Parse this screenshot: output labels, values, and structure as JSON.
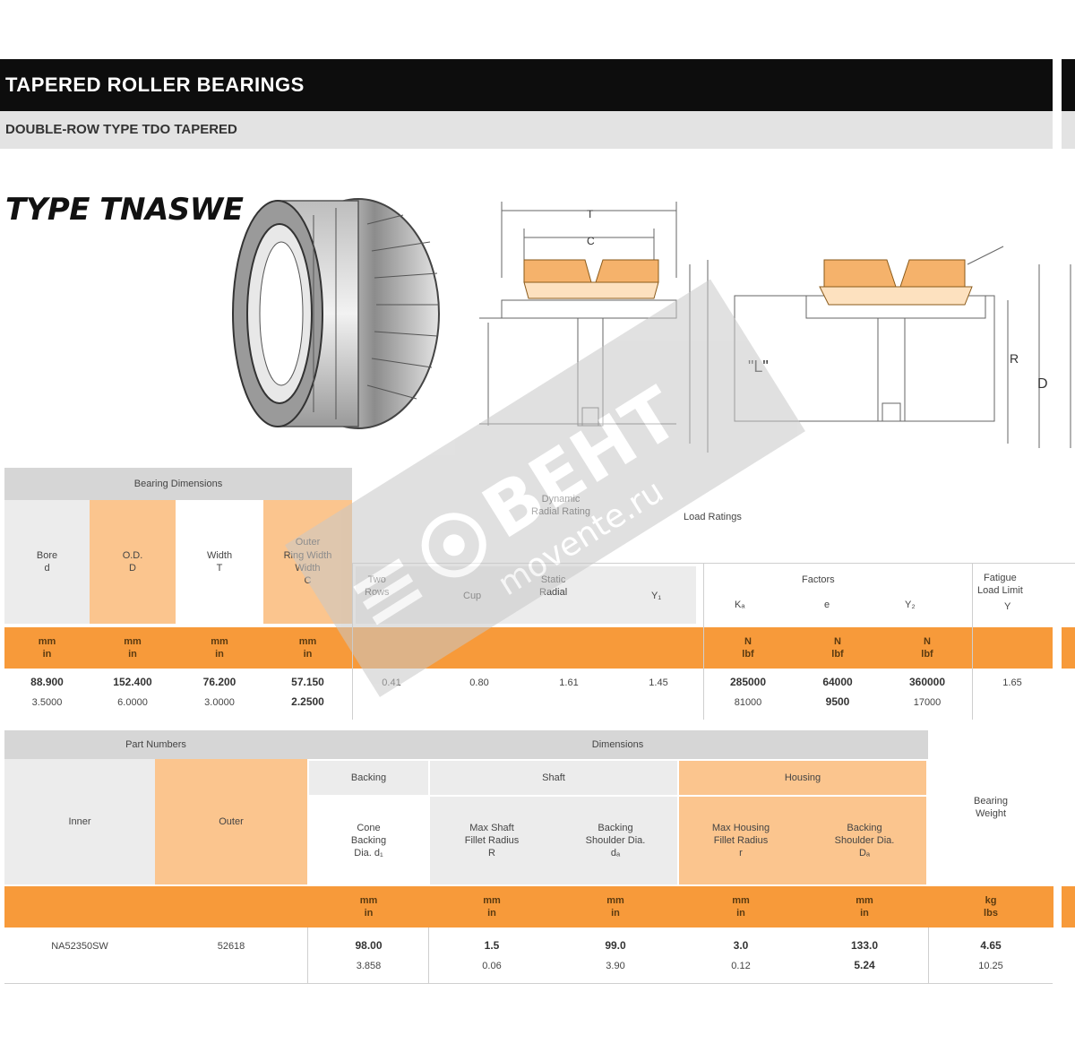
{
  "header": {
    "title": "TAPERED ROLLER BEARINGS",
    "subtitle": "DOUBLE-ROW TYPE TDO TAPERED"
  },
  "type_title": "TYPE TNASWE",
  "diagram": {
    "label_T": "T",
    "label_C": "C",
    "label_L": "\"L\"",
    "label_R": "R",
    "label_D": "D"
  },
  "table1": {
    "group_header": "Bearing Dimensions",
    "bore": "Bore\nd",
    "od": "O.D.\nD",
    "width": "Width\nT",
    "cone_width": "Outer\nRing Width\nWidth\nC",
    "spacer_header": "Load Ratings",
    "dynamic_header": "Dynamic\nRadial Rating",
    "col_one_row": "Two\nRows",
    "col_cup": "Cup",
    "col_s": "Static\nRadial",
    "col_yf": "Y₁",
    "factors_header": "Factors",
    "col_ka": "Kₐ",
    "col_e": "e",
    "col_y2": "Y₂",
    "fatigue_header": "Fatigue\nLoad Limit",
    "col_lim": "Y",
    "unit_row": [
      "mm\nin",
      "mm\nin",
      "mm\nin",
      "mm\nin",
      "N\nlbf",
      "N\nlbf",
      "N\nlbf"
    ],
    "values_row": [
      "88.900",
      "152.400",
      "76.200",
      "57.150",
      "0.41",
      "0.80",
      "1.61",
      "1.45",
      "285000",
      "64000",
      "360000",
      "1.65"
    ],
    "values_row2": [
      "3.5000",
      "6.0000",
      "3.0000",
      "2.2500",
      "",
      "",
      "",
      "",
      "81000",
      "9500",
      "17000",
      ""
    ]
  },
  "table2": {
    "part_header": "Part Numbers",
    "dim_header": "Dimensions",
    "inner": "Inner",
    "outer": "Outer",
    "backing_header": "Backing",
    "backing_col": "Cone\nBacking\nDia. d₁",
    "shaft_header": "Shaft",
    "shaft_col1": "Max Shaft\nFillet Radius\nR",
    "shaft_col2": "Backing\nShoulder Dia.\ndₐ",
    "housing_header": "Housing",
    "housing_col1": "Max Housing\nFillet Radius\nr",
    "housing_col2": "Backing\nShoulder Dia.\nDₐ",
    "weight_col": "Bearing\nWeight",
    "unit_row": [
      "mm\nin",
      "mm\nin",
      "mm\nin",
      "mm\nin",
      "mm\nin",
      "kg\nlbs"
    ],
    "inner_val": "NA52350SW",
    "outer_val": "52618",
    "values_row1": [
      "98.00",
      "1.5",
      "99.0",
      "3.0",
      "133.0",
      "4.65"
    ],
    "values_row2": [
      "3.858",
      "0.06",
      "3.90",
      "0.12",
      "5.24",
      "10.25"
    ]
  },
  "watermark": {
    "brand": "ВЕНТ",
    "site": "movente.ru"
  },
  "colors": {
    "orange": "#f79a3a",
    "light_orange": "#fbc58e",
    "gray": "#d6d6d6",
    "black": "#0d0d0d"
  }
}
